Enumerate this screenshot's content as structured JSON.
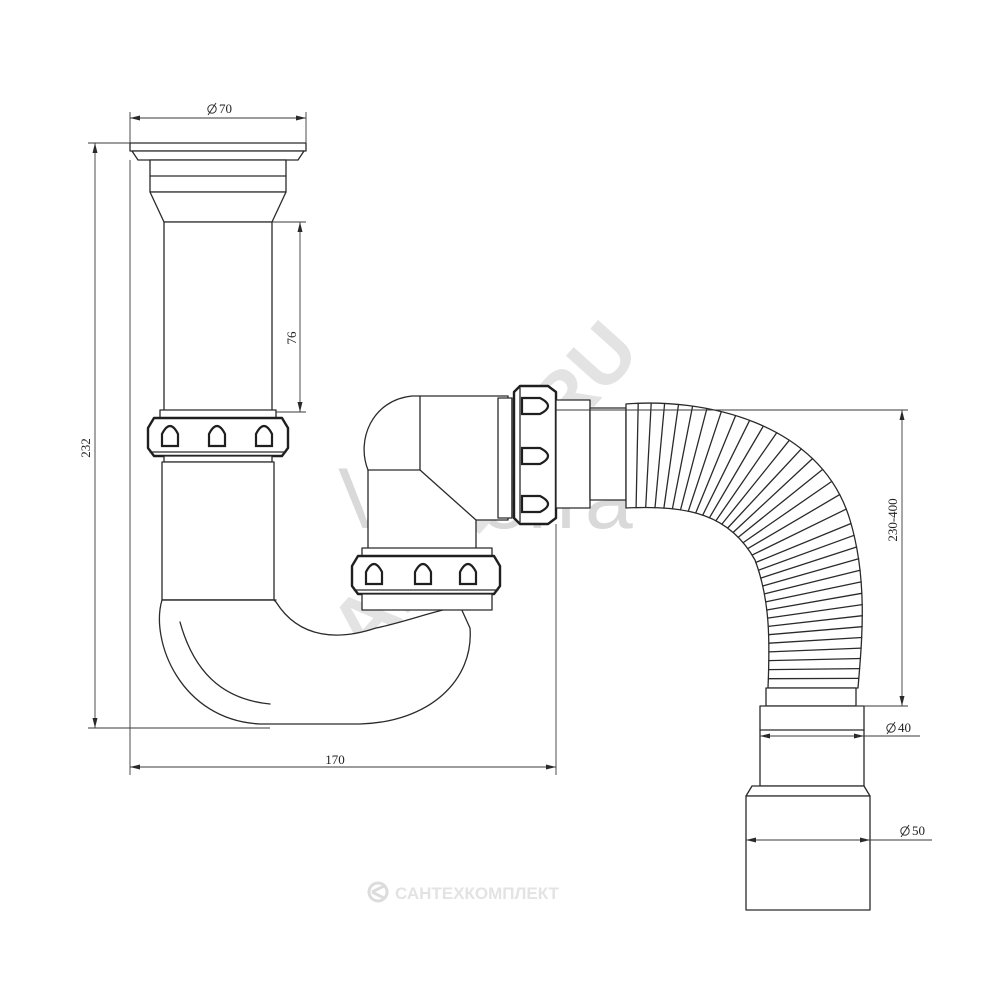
{
  "dimensions": {
    "flange_diameter": "70",
    "height_total": "232",
    "pipe_length": "76",
    "width_total": "170",
    "hose_length": "230-400",
    "outlet_small": "40",
    "outlet_large": "50"
  },
  "watermarks": {
    "brand": "Valterra",
    "site": "SANTEH.RU",
    "footer": "САНТЕХКОМПЛЕКТ"
  },
  "colors": {
    "line": "#2a2a2a",
    "watermark": "#d9d9d9"
  }
}
